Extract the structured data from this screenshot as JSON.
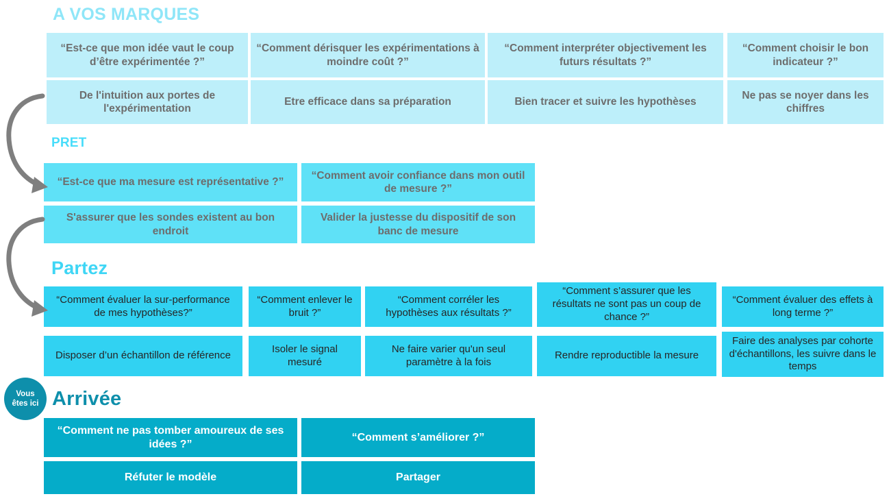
{
  "poster": {
    "badge": {
      "line1": "Vous",
      "line2": "êtes ici",
      "color": "#0E8FAB"
    },
    "colors": {
      "level1_bg": "#BDEFFA",
      "level2_bg": "#5FE1F7",
      "level3_bg": "#31D2F2",
      "level4_bg": "#05ACC9",
      "level1_title": "#8FE6F8",
      "level2_title": "#49DDFA",
      "level3_title": "#3FD6F5",
      "level4_title": "#0E8FAB",
      "text_gray": "#6D6D6D",
      "text_dark": "#262626",
      "arrow": "#7F7F7F"
    },
    "sections": [
      {
        "id": "a-vos-marques",
        "title": "A VOS MARQUES",
        "questions": [
          "“Est-ce que mon idée vaut le coup d’être expérimentée ?”",
          "“Comment dérisquer les expérimentations à moindre coût ?”",
          "“Comment interpréter objectivement les futurs résultats ?”",
          "“Comment choisir le bon indicateur ?”"
        ],
        "answers": [
          "De l'intuition aux portes de l'expérimentation",
          "Etre efficace dans sa préparation",
          "Bien tracer et suivre les hypothèses",
          "Ne pas se noyer dans les chiffres"
        ]
      },
      {
        "id": "pret",
        "title": "PRET",
        "questions": [
          "“Est-ce que ma mesure est représentative ?”",
          "“Comment avoir confiance dans mon outil de mesure ?”"
        ],
        "answers": [
          "S'assurer que les sondes existent au bon endroit",
          "Valider la justesse du dispositif de son banc de mesure"
        ]
      },
      {
        "id": "partez",
        "title": "Partez",
        "questions": [
          "“Comment évaluer la sur-performance de mes hypothèses?”",
          "“Comment enlever le bruit ?”",
          "“Comment corréler les hypothèses aux résultats ?”",
          "“Comment s’assurer que les résultats ne sont pas un coup de chance ?”",
          "“Comment évaluer des effets à long terme ?”"
        ],
        "answers": [
          "Disposer d’un échantillon de référence",
          "Isoler le signal mesuré",
          "Ne faire varier qu'un seul paramètre à la fois",
          "Rendre reproductible la mesure",
          "Faire des analyses par cohorte d'échantillons, les suivre dans le temps"
        ]
      },
      {
        "id": "arrivee",
        "title": "Arrivée",
        "questions": [
          "“Comment ne pas tomber amoureux de ses idées ?”",
          "“Comment s’améliorer ?”"
        ],
        "answers": [
          "Réfuter le modèle",
          "Partager"
        ]
      }
    ]
  }
}
